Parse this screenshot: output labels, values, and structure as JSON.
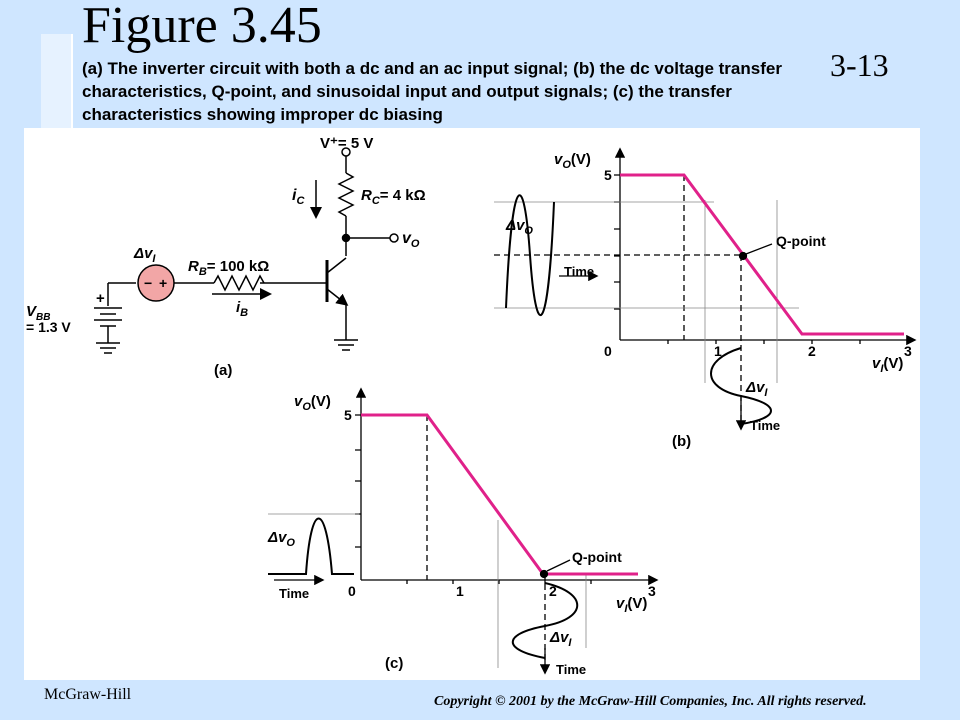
{
  "slide": {
    "title": "Figure 3.45",
    "number": "3-13",
    "caption": "(a) The inverter circuit with both a dc and an ac input signal; (b) the dc voltage transfer characteristics, Q-point, and sinusoidal input and output signals; (c) the transfer characteristics showing improper dc biasing",
    "publisher": "McGraw-Hill",
    "copyright": "Copyright © 2001 by the McGraw-Hill Companies, Inc. All rights reserved."
  },
  "circuit_a": {
    "vplus": "V⁺= 5 V",
    "ic": "i",
    "ic_sub": "C",
    "rc": "R",
    "rc_sub": "C",
    "rc_val": "= 4 kΩ",
    "vo": "v",
    "vo_sub": "O",
    "dvi": "Δv",
    "dvi_sub": "I",
    "rb": "R",
    "rb_sub": "B",
    "rb_val": "= 100 kΩ",
    "ib": "i",
    "ib_sub": "B",
    "vbb": "V",
    "vbb_sub": "BB",
    "vbb_val": "= 1.3 V",
    "plus": "+",
    "minus": "−",
    "src_minus": "−",
    "src_plus": "+",
    "label": "(a)"
  },
  "graph_b": {
    "ylabel": "v",
    "ylabel_sub": "O",
    "ylabel_unit": "(V)",
    "y5": "5",
    "origin": "0",
    "x1": "1",
    "x2": "2",
    "x3": "3",
    "xlabel": "v",
    "xlabel_sub": "I",
    "xlabel_unit": "(V)",
    "qpoint": "Q-point",
    "dvo": "Δv",
    "dvo_sub": "O",
    "time_out": "Time",
    "dvi": "Δv",
    "dvi_sub": "I",
    "time_in": "Time",
    "label": "(b)"
  },
  "graph_c": {
    "ylabel": "v",
    "ylabel_sub": "O",
    "ylabel_unit": "(V)",
    "y5": "5",
    "origin": "0",
    "x1": "1",
    "x2": "2",
    "x3": "3",
    "xlabel": "v",
    "xlabel_sub": "I",
    "xlabel_unit": "(V)",
    "qpoint": "Q-point",
    "dvo": "Δv",
    "dvo_sub": "O",
    "time_out": "Time",
    "dvi": "Δv",
    "dvi_sub": "I",
    "time_in": "Time",
    "label": "(c)"
  },
  "colors": {
    "background": "#cfe6ff",
    "transfer_curve": "#e0218a",
    "ink": "#000000"
  }
}
